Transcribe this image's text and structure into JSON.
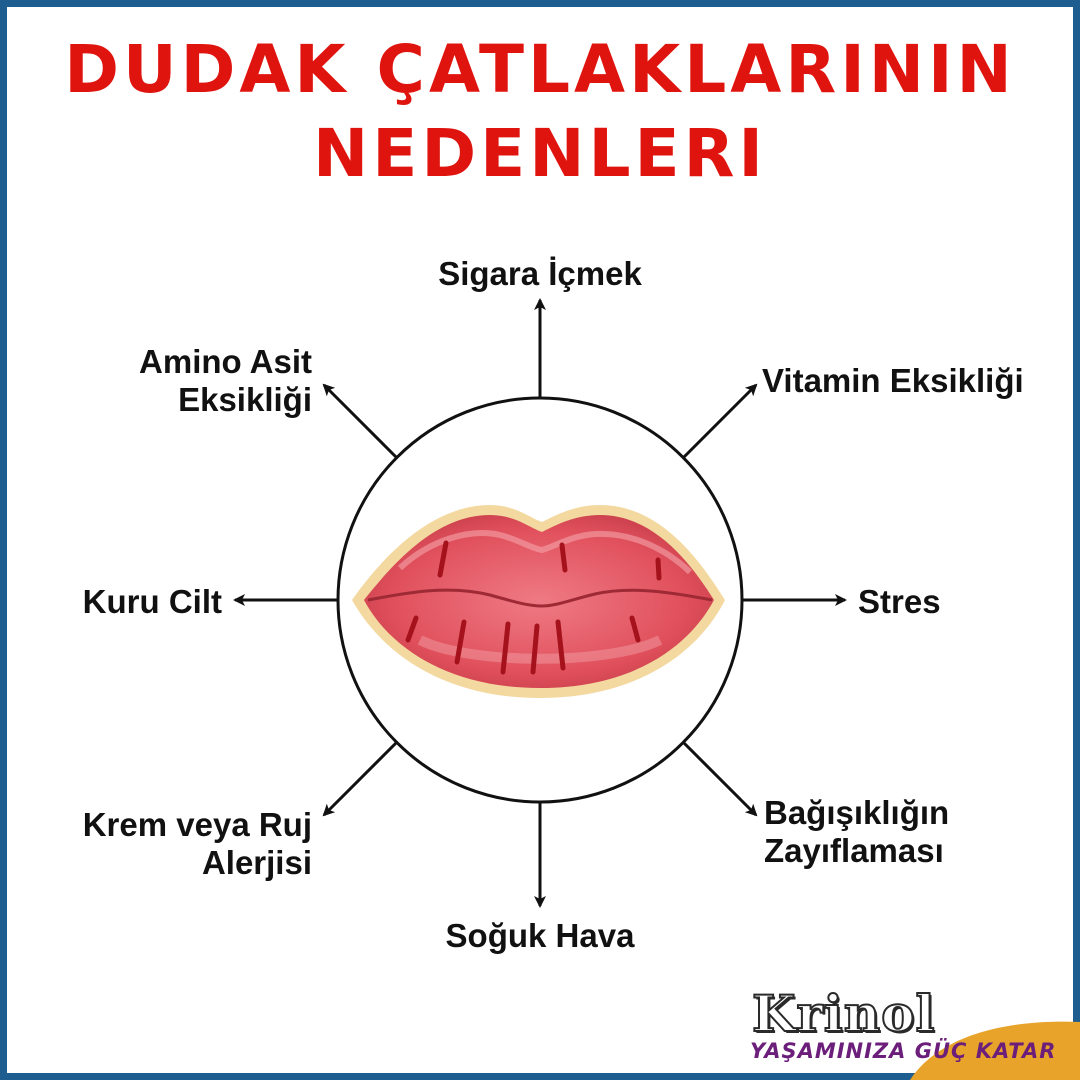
{
  "title": {
    "line1": "DUDAK ÇATLAKLARININ",
    "line2": "NEDENLERI"
  },
  "causes": {
    "top": "Sigara İçmek",
    "top_right": "Vitamin Eksikliği",
    "right": "Stres",
    "bottom_right_line1": "Bağışıklığın",
    "bottom_right_line2": "Zayıflaması",
    "bottom": "Soğuk Hava",
    "bottom_left_line1": "Krem veya Ruj",
    "bottom_left_line2": "Alerjisi",
    "left": "Kuru Cilt",
    "top_left_line1": "Amino Asit",
    "top_left_line2": "Eksikliği"
  },
  "brand": {
    "name": "Krinol",
    "tagline": "YAŞAMINIZA GÜÇ KATAR"
  },
  "colors": {
    "title": "#e0140f",
    "frame": "#1e5d8f",
    "lips": "#e0505c",
    "lip_outline": "#f3d9a0",
    "tagline": "#6b1e7a",
    "brand_accent": "#e8a42a"
  },
  "illustration": "cracked-lips"
}
